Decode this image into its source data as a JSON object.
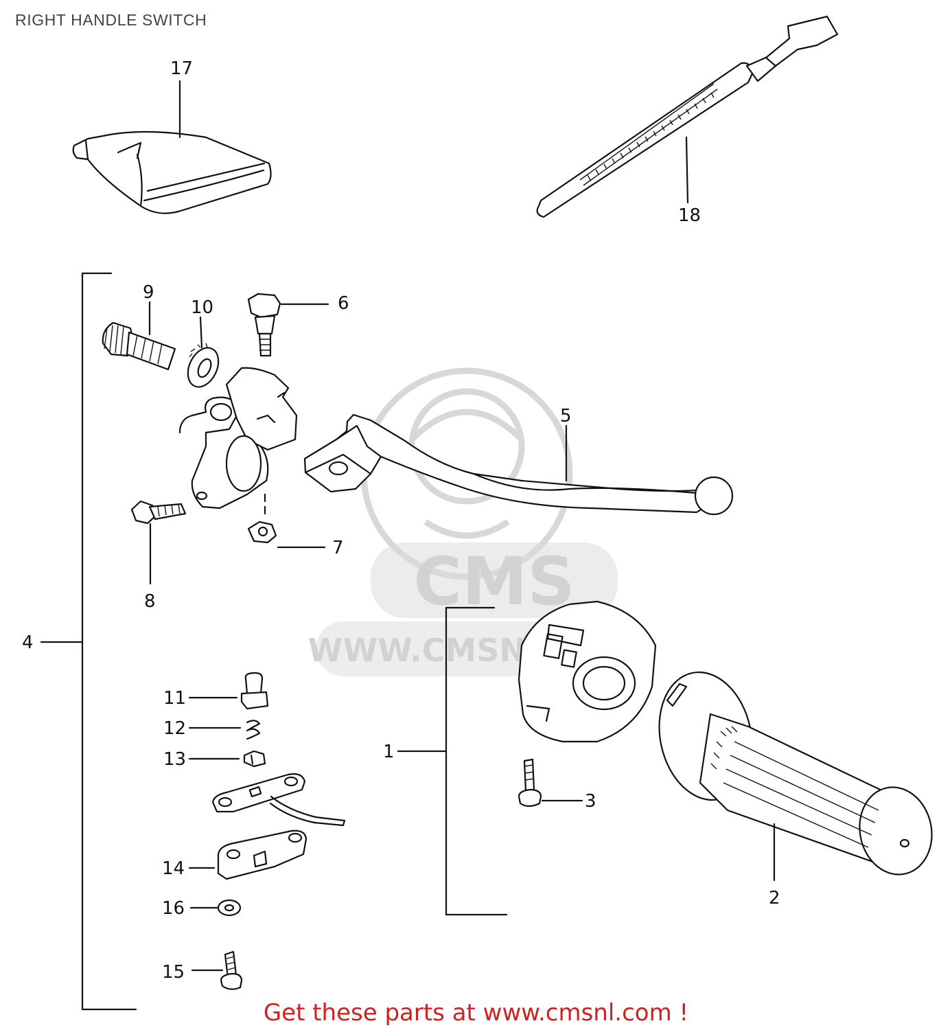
{
  "title": "RIGHT HANDLE SWITCH",
  "footer": {
    "text": "Get these parts at www.cmsnl.com !",
    "color": "#d02020"
  },
  "watermark": {
    "logo_text": "CMS",
    "url_text": "WWW.CMSNL.COM"
  },
  "callouts": [
    "17",
    "18",
    "9",
    "10",
    "6",
    "5",
    "8",
    "7",
    "4",
    "11",
    "12",
    "13",
    "1",
    "3",
    "14",
    "16",
    "2",
    "15"
  ]
}
